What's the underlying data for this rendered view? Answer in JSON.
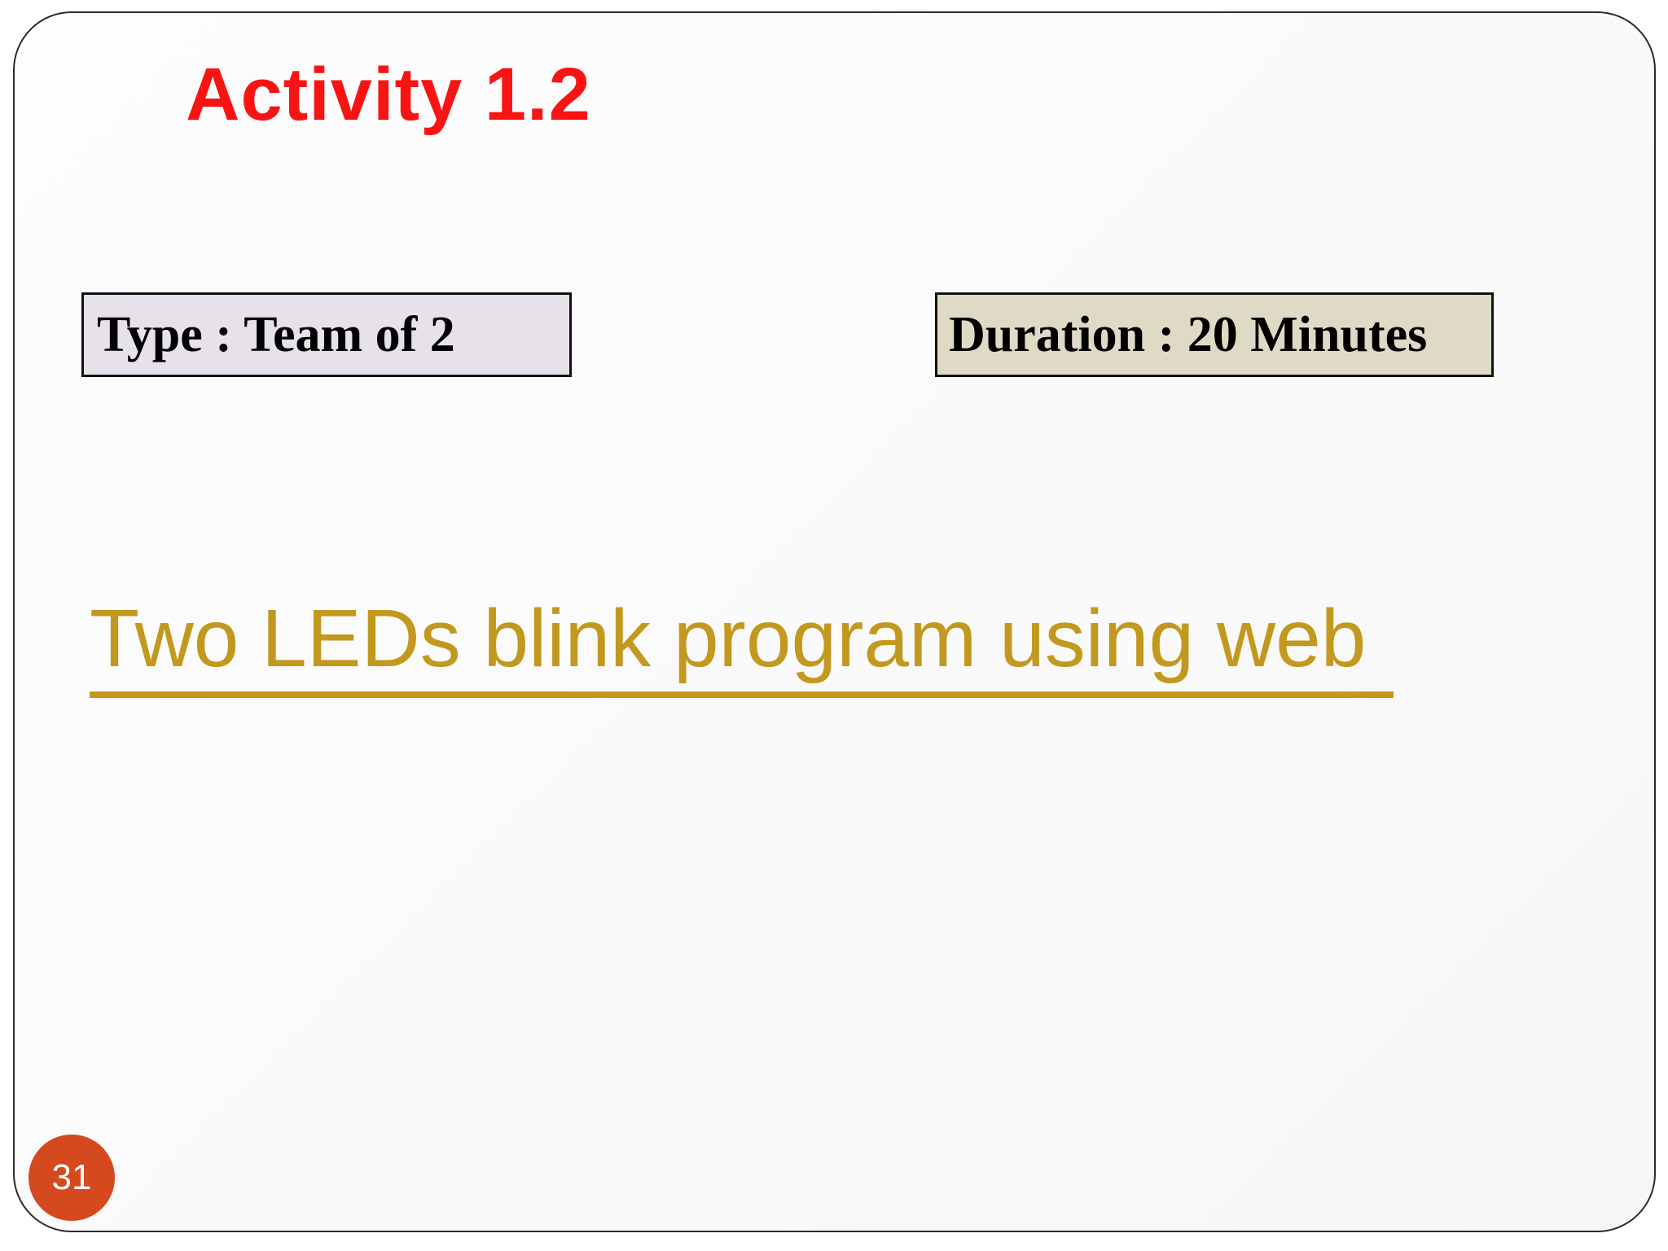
{
  "slide": {
    "title": "Activity 1.2",
    "type_box": {
      "label": "Type : Team of 2"
    },
    "duration_box": {
      "label": "Duration : 20 Minutes"
    },
    "link": {
      "text": "Two LEDs blink program using web"
    },
    "page_number": "31",
    "colors": {
      "title": "#f91414",
      "link": "#c3981f",
      "type_box_bg": "#e7e1e9",
      "duration_box_bg": "#dfdac5",
      "badge_bg": "#d4491e",
      "border": "#2b2b2b"
    }
  }
}
